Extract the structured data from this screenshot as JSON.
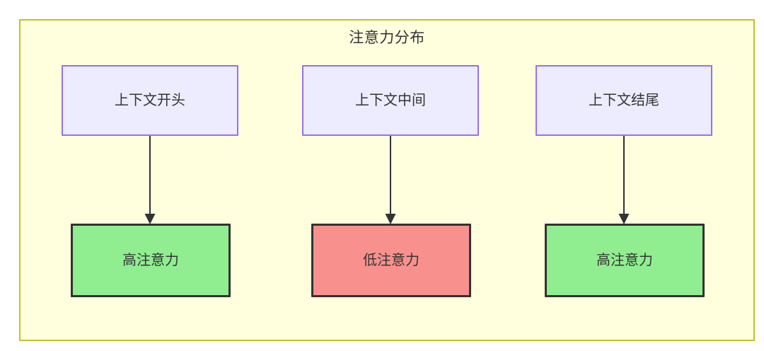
{
  "diagram": {
    "title": "注意力分布",
    "background_color": "#ffffff",
    "cluster": {
      "fill": "#ffffde",
      "stroke": "#c2c227"
    },
    "node_styles": {
      "context": {
        "fill": "#ececfe",
        "stroke": "#9772e8",
        "text_color": "#333333"
      },
      "high_attention": {
        "fill": "#90ee90",
        "stroke": "#333333",
        "text_color": "#333333"
      },
      "low_attention": {
        "fill": "#f8918e",
        "stroke": "#333333",
        "text_color": "#333333"
      }
    },
    "edge_color": "#333333",
    "nodes": [
      {
        "id": "ctx-start",
        "label": "上下文开头",
        "row": "top",
        "column": 1
      },
      {
        "id": "ctx-middle",
        "label": "上下文中间",
        "row": "top",
        "column": 2
      },
      {
        "id": "ctx-end",
        "label": "上下文结尾",
        "row": "top",
        "column": 3
      },
      {
        "id": "attn-high-1",
        "label": "高注意力",
        "row": "bottom",
        "column": 1
      },
      {
        "id": "attn-low",
        "label": "低注意力",
        "row": "bottom",
        "column": 2
      },
      {
        "id": "attn-high-2",
        "label": "高注意力",
        "row": "bottom",
        "column": 3
      }
    ],
    "edges": [
      {
        "from": "ctx-start",
        "to": "attn-high-1",
        "label": ""
      },
      {
        "from": "ctx-middle",
        "to": "attn-low",
        "label": ""
      },
      {
        "from": "ctx-end",
        "to": "attn-high-2",
        "label": ""
      }
    ]
  }
}
